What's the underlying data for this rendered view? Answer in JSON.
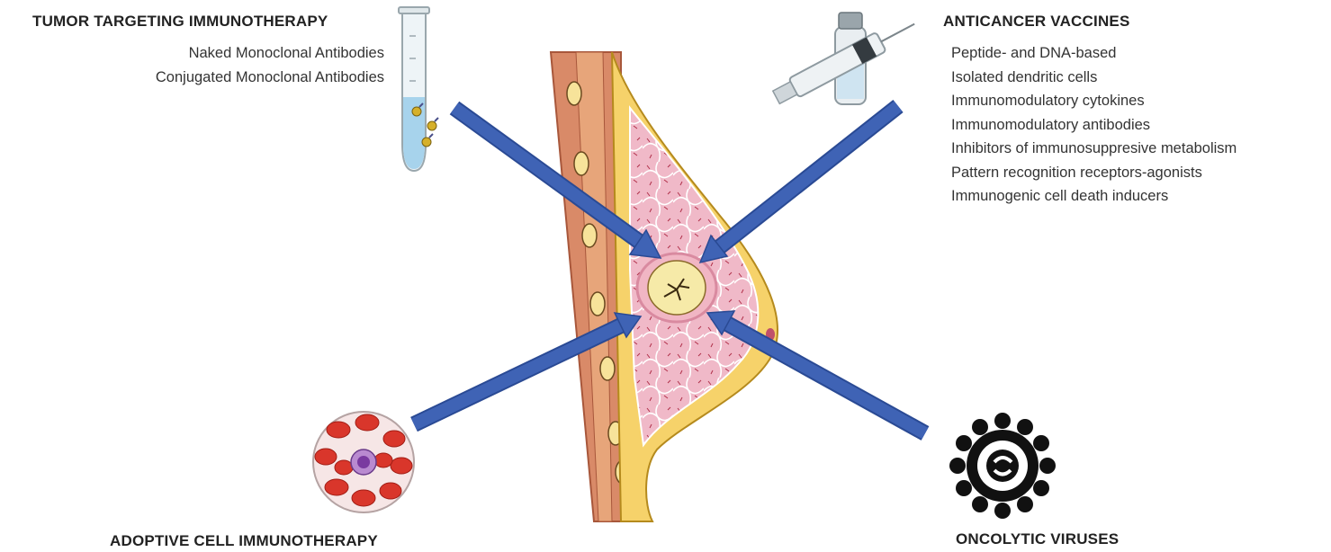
{
  "tumor_targeting": {
    "title": "TUMOR TARGETING IMMUNOTHERAPY",
    "items": [
      "Naked Monoclonal Antibodies",
      "Conjugated Monoclonal Antibodies"
    ]
  },
  "anticancer_vaccines": {
    "title": "ANTICANCER VACCINES",
    "items": [
      "Peptide- and DNA-based",
      "Isolated dendritic cells",
      "Immunomodulatory cytokines",
      "Immunomodulatory antibodies",
      "Inhibitors of immunosuppresive metabolism",
      "Pattern recognition receptors-agonists",
      "Immunogenic cell death inducers"
    ]
  },
  "adoptive_cell": {
    "title": "ADOPTIVE CELL IMMUNOTHERAPY"
  },
  "oncolytic_viruses": {
    "title": "ONCOLYTIC VIRUSES"
  },
  "colors": {
    "arrow": "#3f63b5",
    "arrow_stroke": "#2a4a94",
    "tissue_pink": "#efb3c4",
    "fat_yellow": "#f6d66b",
    "muscle_red": "#d9825e",
    "tumor": "#f3e7a2",
    "blood_red": "#d9362b",
    "virus": "#111111"
  }
}
